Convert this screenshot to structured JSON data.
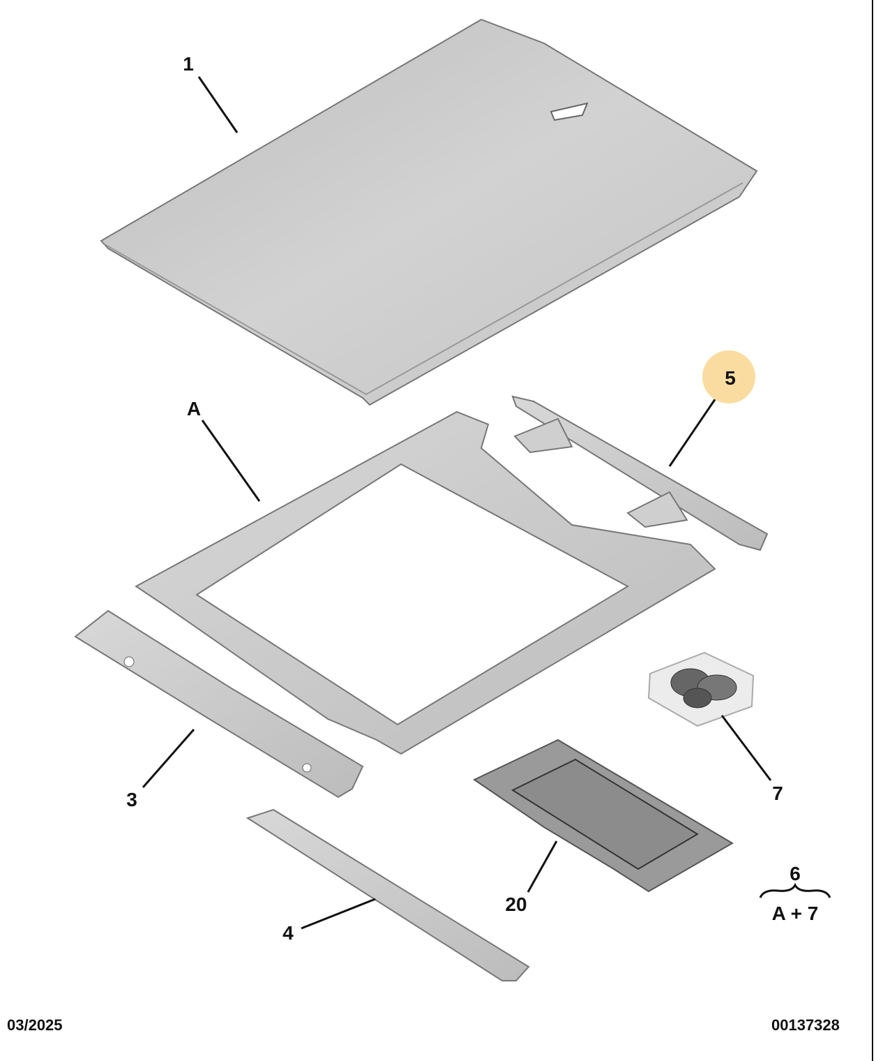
{
  "diagram": {
    "callouts": {
      "part_1": "1",
      "part_A": "A",
      "part_5": "5",
      "part_3": "3",
      "part_4": "4",
      "part_20": "20",
      "part_7": "7",
      "part_6": "6",
      "part_6_composition": "A + 7"
    },
    "highlighted_callout": "5",
    "highlight_color": "#fbdca0"
  },
  "footer": {
    "date": "03/2025",
    "reference": "00137328"
  }
}
